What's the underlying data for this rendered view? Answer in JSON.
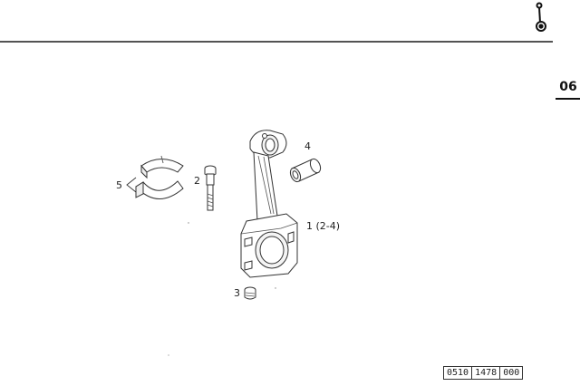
{
  "header": {
    "rule_color": "#1a1a1a",
    "icon": "connecting-rod-icon"
  },
  "section": {
    "number": "06"
  },
  "callouts": {
    "c1": "1 (2-4)",
    "c2": "2",
    "c3": "3",
    "c4": "4",
    "c5": "5"
  },
  "reference": {
    "part1": "0510",
    "part2": "1478",
    "part3": "000"
  }
}
